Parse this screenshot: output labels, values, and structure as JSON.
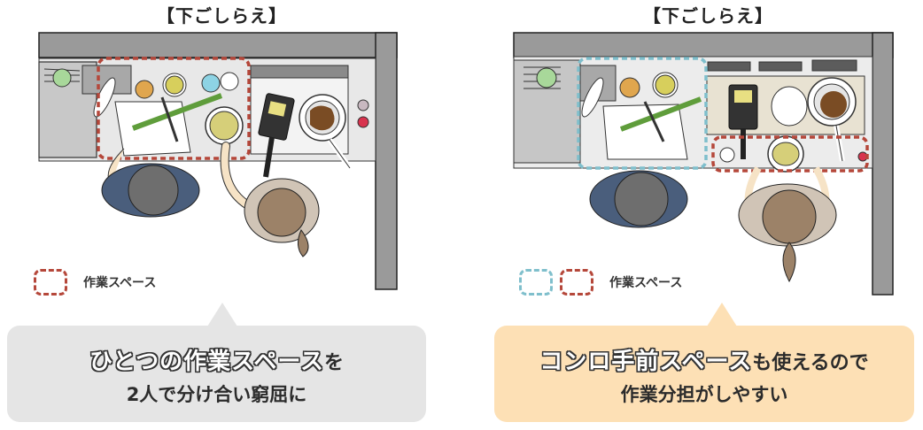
{
  "colors": {
    "zone_red": "#b5473a",
    "zone_blue": "#7fbfcc",
    "callout_gray": "#e5e5e5",
    "callout_peach": "#fde0b5",
    "counter_gray": "#999999",
    "worktop_light": "#e6e6e6"
  },
  "panels": [
    {
      "title": "【下ごしらえ】",
      "legend": {
        "swatches": [
          "#b5473a"
        ],
        "label": "作業スペース"
      },
      "callout": {
        "line1_outlined": "ひとつの作業スペース",
        "line1_plain": "を",
        "line2": "2人で分け合い窮屈に"
      },
      "illustration": {
        "description": "Top-down kitchen view: two people share one dashed work zone by the sink; one cuts green onion, the other holds a bowl, frying pan and pot on the stove",
        "zones": [
          "red"
        ]
      }
    },
    {
      "title": "【下ごしらえ】",
      "legend": {
        "swatches": [
          "#7fbfcc",
          "#b5473a"
        ],
        "label": "作業スペース"
      },
      "callout": {
        "line1_outlined": "コンロ手前スペース",
        "line1_plain": "も使えるので",
        "line2": "作業分担がしやすい"
      },
      "illustration": {
        "description": "Top-down kitchen view: one person cuts vegetables in the blue work zone by the sink, the other uses the red work zone in front of the stove",
        "zones": [
          "blue",
          "red"
        ]
      }
    }
  ]
}
